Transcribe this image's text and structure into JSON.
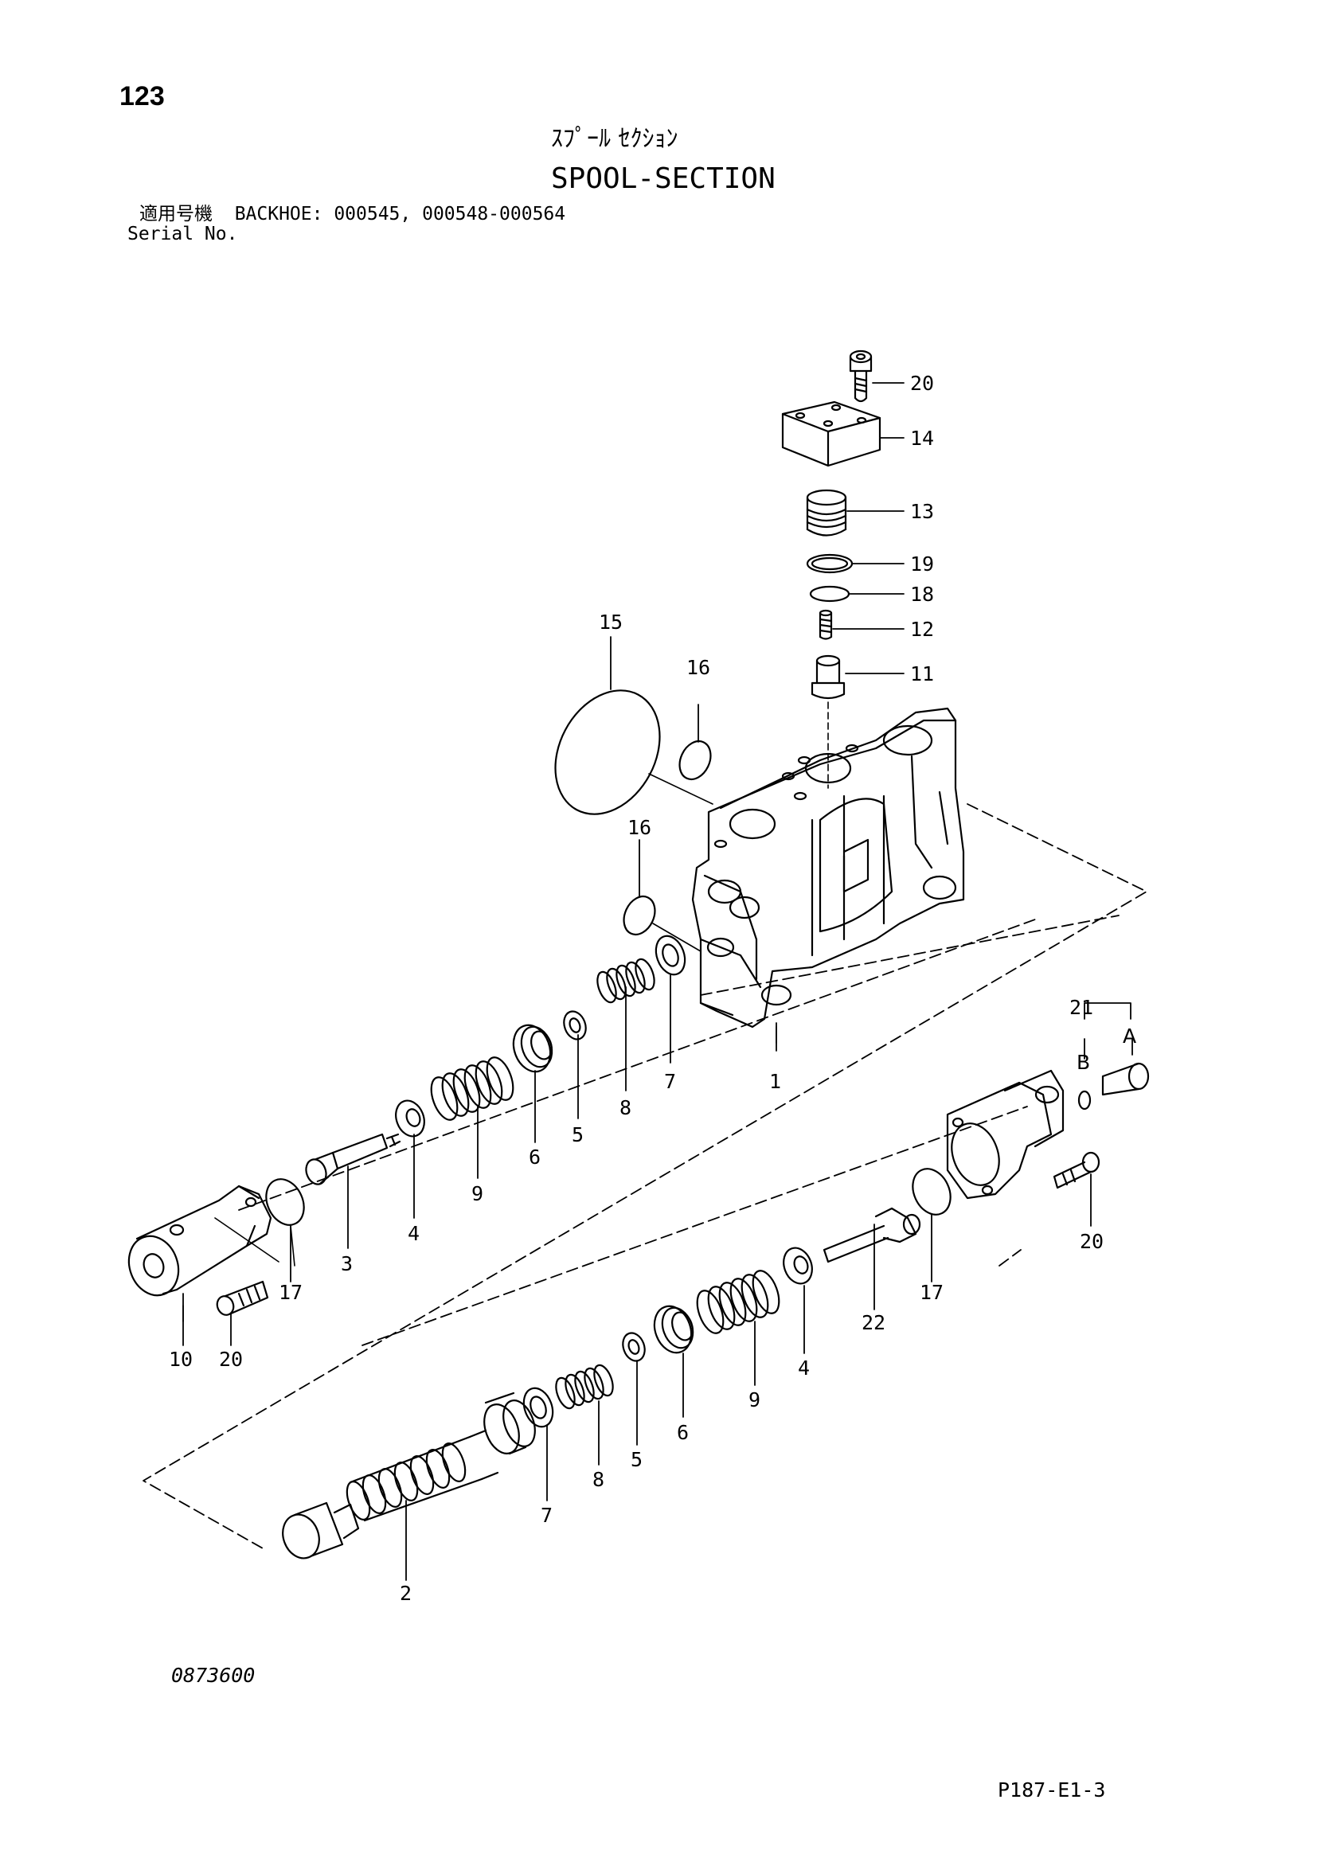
{
  "header": {
    "page_number": "123",
    "title_jp": "ｽﾌﾟｰﾙ ｾｸｼｮﾝ",
    "title_en": "SPOOL-SECTION",
    "applicable_models": "適用号機  BACKHOE: 000545, 000548-000564",
    "serial_label": "Serial No."
  },
  "callouts": [
    {
      "id": "c20a",
      "label": "20"
    },
    {
      "id": "c14",
      "label": "14"
    },
    {
      "id": "c13",
      "label": "13"
    },
    {
      "id": "c19",
      "label": "19"
    },
    {
      "id": "c18",
      "label": "18"
    },
    {
      "id": "c12",
      "label": "12"
    },
    {
      "id": "c11",
      "label": "11"
    },
    {
      "id": "c15",
      "label": "15"
    },
    {
      "id": "c16a",
      "label": "16"
    },
    {
      "id": "c16b",
      "label": "16"
    },
    {
      "id": "c1",
      "label": "1"
    },
    {
      "id": "c7a",
      "label": "7"
    },
    {
      "id": "c8a",
      "label": "8"
    },
    {
      "id": "c5a",
      "label": "5"
    },
    {
      "id": "c6a",
      "label": "6"
    },
    {
      "id": "c9a",
      "label": "9"
    },
    {
      "id": "c4a",
      "label": "4"
    },
    {
      "id": "c3",
      "label": "3"
    },
    {
      "id": "c17a",
      "label": "17"
    },
    {
      "id": "c10",
      "label": "10"
    },
    {
      "id": "c20b",
      "label": "20"
    },
    {
      "id": "c21",
      "label": "21"
    },
    {
      "id": "cB",
      "label": "B"
    },
    {
      "id": "cA",
      "label": "A"
    },
    {
      "id": "c20c",
      "label": "20"
    },
    {
      "id": "c17b",
      "label": "17"
    },
    {
      "id": "c22",
      "label": "22"
    },
    {
      "id": "c4b",
      "label": "4"
    },
    {
      "id": "c9b",
      "label": "9"
    },
    {
      "id": "c6b",
      "label": "6"
    },
    {
      "id": "c5b",
      "label": "5"
    },
    {
      "id": "c8b",
      "label": "8"
    },
    {
      "id": "c7b",
      "label": "7"
    },
    {
      "id": "c2",
      "label": "2"
    }
  ],
  "footer": {
    "drawing_number": "0873600",
    "page_code": "P187-E1-3"
  }
}
